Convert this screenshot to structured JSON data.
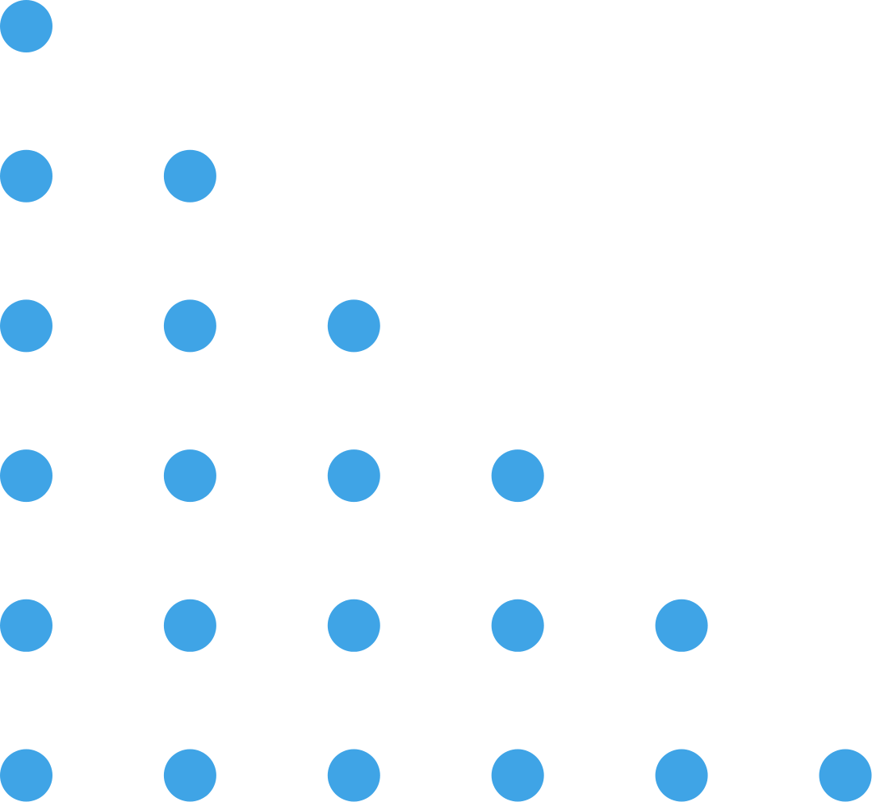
{
  "pattern": {
    "shape": "circle",
    "arrangement": "staircase-triangle",
    "dots_per_row": [
      1,
      2,
      3,
      4,
      5,
      6
    ],
    "dot_color": "#3FA4E6",
    "background_color": "#FFFFFF"
  }
}
